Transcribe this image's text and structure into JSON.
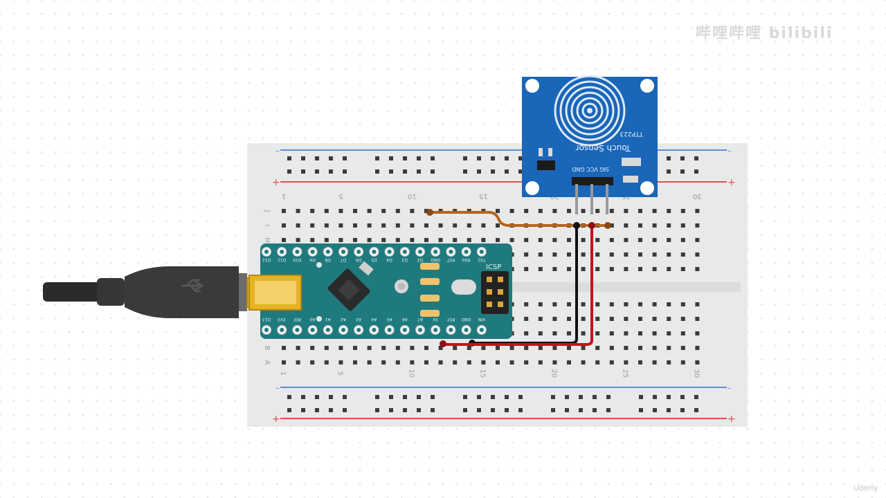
{
  "watermark": {
    "text": "哔哩哔哩 bilibili"
  },
  "corner": {
    "text": "Udemy"
  },
  "breadboard": {
    "column_labels": [
      "1",
      "5",
      "10",
      "15",
      "20",
      "25",
      "30"
    ],
    "row_labels_top": [
      "J",
      "I",
      "H"
    ],
    "row_labels_bottom": [
      "B",
      "A"
    ]
  },
  "touch_sensor": {
    "title": "Touch Sensor",
    "model": "TTP223",
    "pins": [
      "SIG",
      "VCC",
      "GND"
    ]
  },
  "arduino": {
    "name": "Arduino Nano",
    "icsp_label": "ICSP",
    "top_pins": [
      "D12",
      "D11",
      "D10",
      "D9",
      "D8",
      "D7",
      "D6",
      "D5",
      "D4",
      "D3",
      "D2",
      "GND",
      "RST",
      "RX0",
      "TX1"
    ],
    "bottom_pins": [
      "D13",
      "3V3",
      "REF",
      "A0",
      "A1",
      "A2",
      "A3",
      "A4",
      "A5",
      "A6",
      "A7",
      "5V",
      "RST",
      "GND",
      "VIN"
    ]
  },
  "wires": [
    {
      "name": "signal",
      "color": "#b5651d"
    },
    {
      "name": "ground",
      "color": "#111111"
    },
    {
      "name": "power",
      "color": "#c0141c"
    }
  ],
  "colors": {
    "breadboard": "#e9e9e9",
    "rail_red": "#d9534f",
    "rail_blue": "#5b8fd1",
    "sensor_pcb": "#1a66b8",
    "nano_pcb": "#1f7a7e"
  }
}
